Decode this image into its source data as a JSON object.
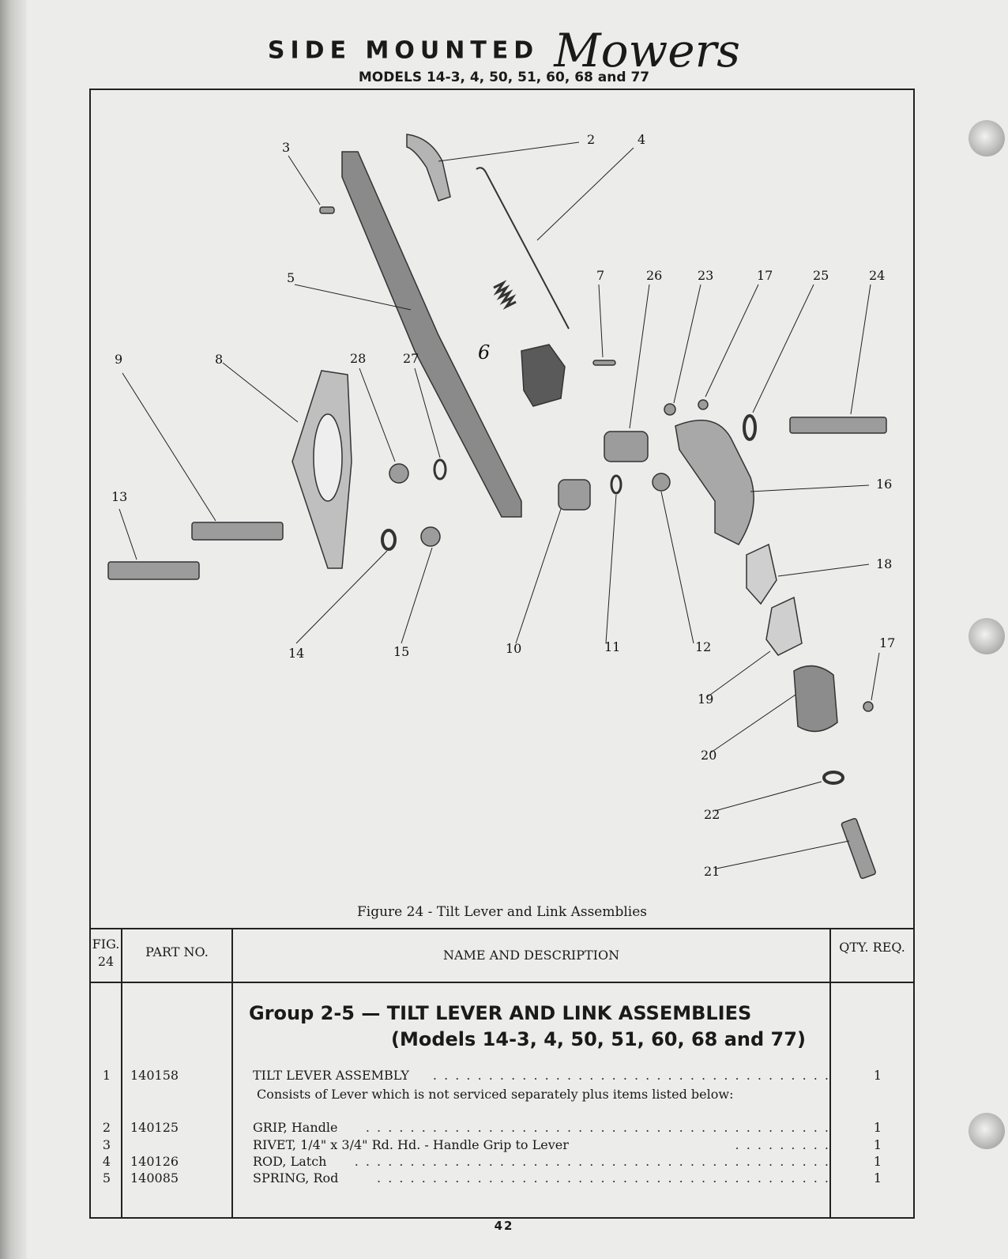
{
  "header": {
    "title_caps": "SIDE MOUNTED",
    "title_script": "Mowers",
    "models": "MODELS 14-3, 4, 50, 51, 60, 68 and 77"
  },
  "figure": {
    "caption": "Figure 24 - Tilt Lever and Link Assemblies",
    "handwritten_mark": "6",
    "callouts": [
      "2",
      "3",
      "4",
      "5",
      "7",
      "26",
      "23",
      "17",
      "25",
      "24",
      "9",
      "8",
      "28",
      "27",
      "16",
      "13",
      "18",
      "14",
      "15",
      "10",
      "11",
      "12",
      "17",
      "19",
      "20",
      "22",
      "21"
    ]
  },
  "table": {
    "headers": {
      "fig": "FIG. 24",
      "part": "PART NO.",
      "name": "NAME AND DESCRIPTION",
      "qty": "QTY. REQ."
    },
    "group_title_1": "Group 2-5 — TILT LEVER AND LINK ASSEMBLIES",
    "group_title_2": "(Models 14-3, 4, 50, 51, 60, 68 and 77)",
    "rows": [
      {
        "fig": "1",
        "part": "140158",
        "name": "TILT LEVER ASSEMBLY",
        "qty": "1"
      },
      {
        "fig": "2",
        "part": "140125",
        "name": "GRIP, Handle",
        "qty": "1"
      },
      {
        "fig": "3",
        "part": "",
        "name": "RIVET, 1/4\" x 3/4\" Rd. Hd. - Handle Grip to Lever",
        "qty": "1"
      },
      {
        "fig": "4",
        "part": "140126",
        "name": "ROD, Latch",
        "qty": "1"
      },
      {
        "fig": "5",
        "part": "140085",
        "name": "SPRING, Rod",
        "qty": "1"
      }
    ],
    "row1_description": "Consists of Lever which is not serviced separately plus items listed below:"
  },
  "page_number": "42"
}
